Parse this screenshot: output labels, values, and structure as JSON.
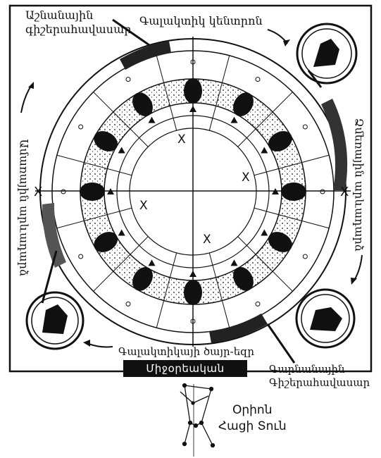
{
  "labels": {
    "spring_equinox": "Աշնանային",
    "spring_equinox_2": "գիշերահավասար",
    "galactic_center": "Գալակտիկ կենտրոն",
    "autumn_equinox": "Գարնանային",
    "autumn_equinox_2": "Գիշերահավասար",
    "galactic_anticenter": "Գալակտիկայի ծայր-եզր",
    "meridian": "Միջօրեական",
    "summer_solstice": "Ամառային արևադարձ",
    "winter_solstice": "Ձմեռային արևադարձ",
    "orion": "Օրիոն",
    "orion_2": "Հացի Տուն"
  },
  "markers": {
    "x_mark": "X",
    "x_positions": [
      "X",
      "X",
      "X",
      "X"
    ]
  },
  "colors": {
    "ink": "#111111",
    "paper": "#ffffff",
    "band_dark": "#444444"
  }
}
